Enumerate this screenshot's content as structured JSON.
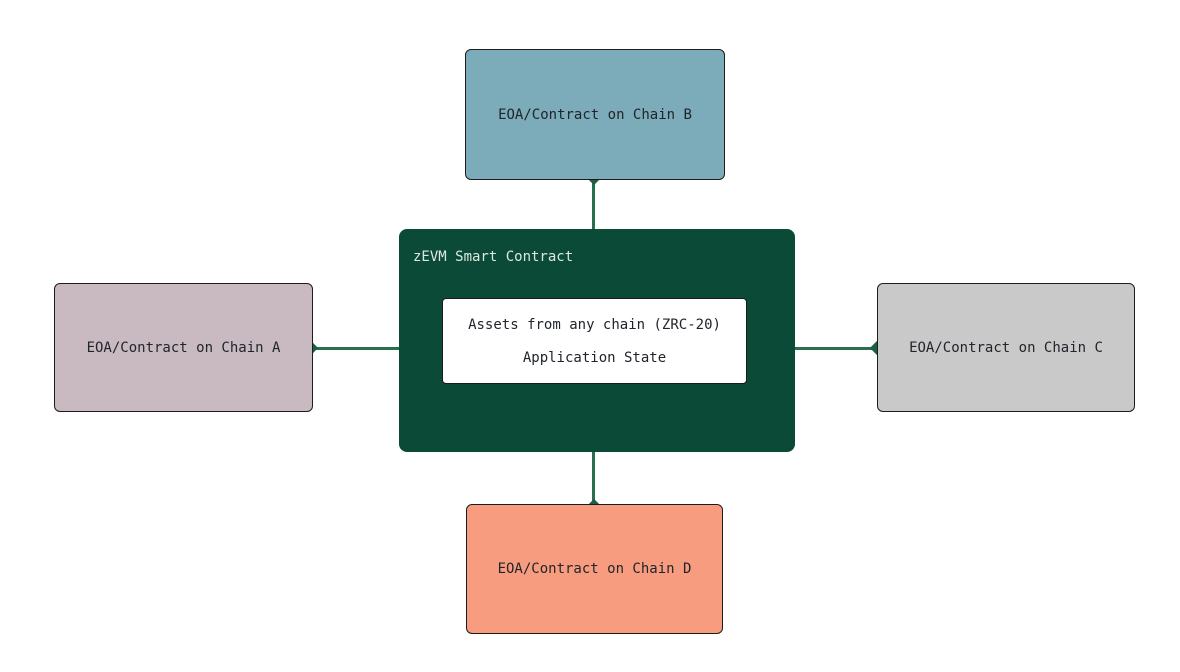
{
  "diagram": {
    "center_node": {
      "title": "zEVM Smart Contract",
      "background": "#0b4a36",
      "title_color": "#dbe8e0",
      "inner_panel": {
        "background": "#ffffff",
        "lines": [
          "Assets from any chain (ZRC-20)",
          "Application State"
        ]
      }
    },
    "chain_nodes": [
      {
        "id": "chain-b",
        "position": "top",
        "label": "EOA/Contract on Chain B",
        "background": "#7cabb9"
      },
      {
        "id": "chain-a",
        "position": "left",
        "label": "EOA/Contract on Chain A",
        "background": "#c9bac2"
      },
      {
        "id": "chain-c",
        "position": "right",
        "label": "EOA/Contract on Chain C",
        "background": "#c9c9c9"
      },
      {
        "id": "chain-d",
        "position": "bottom",
        "label": "EOA/Contract on Chain D",
        "background": "#f89c80"
      }
    ],
    "connector": {
      "line_color": "#27704f",
      "diamond_color": "#1d5f46"
    },
    "node_border_color": "#1c1c1c",
    "node_text_color": "#21252b",
    "background": "#ffffff"
  }
}
